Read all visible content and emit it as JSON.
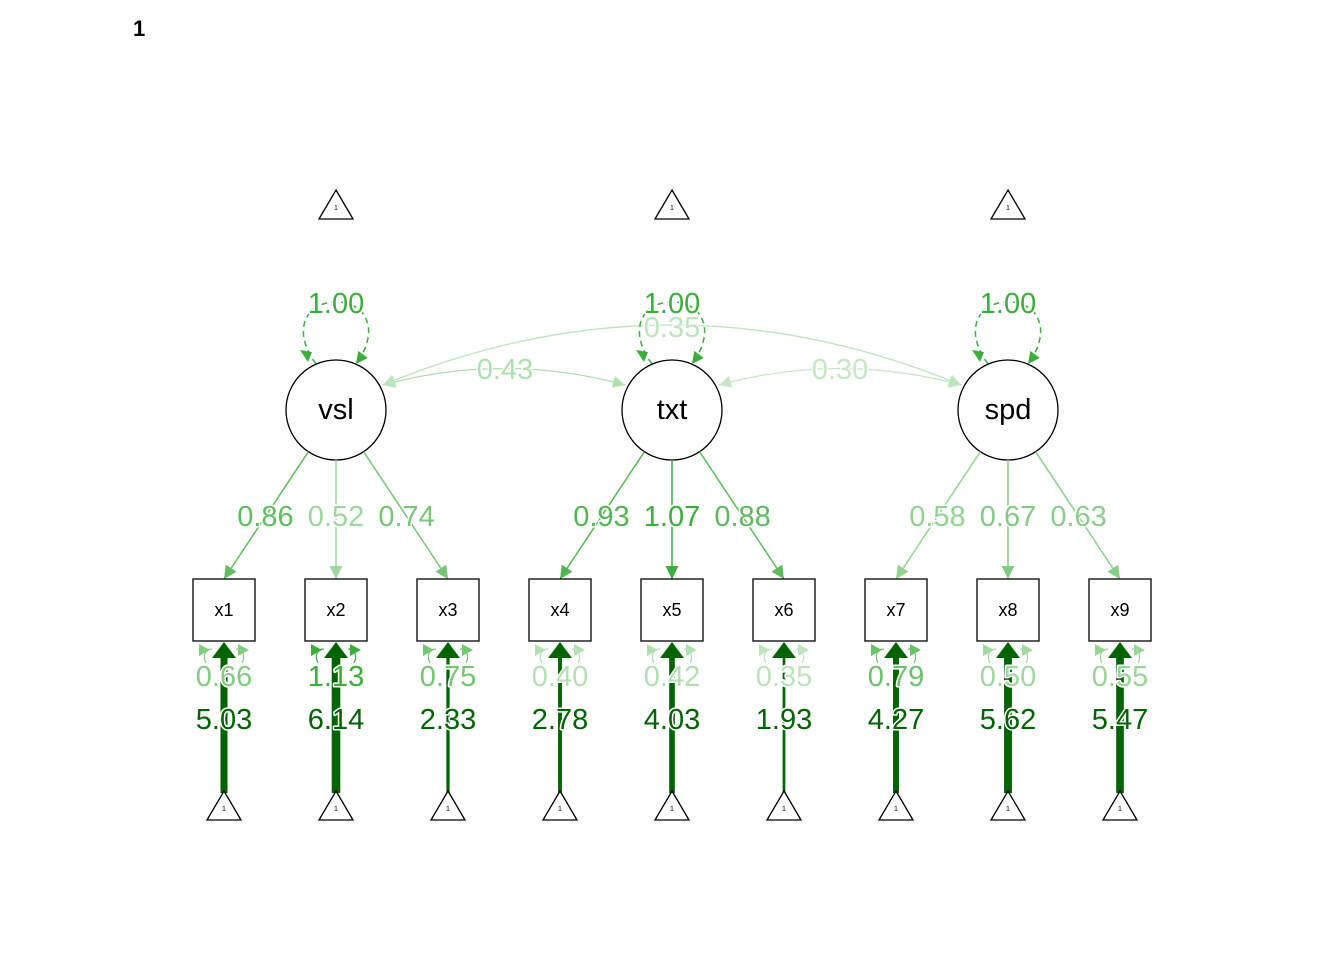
{
  "title": "1",
  "colors": {
    "edge": "#3cae3c",
    "intercept": "#006400",
    "node_stroke": "#000000"
  },
  "latents": [
    {
      "id": "vsl",
      "label": "vsl",
      "variance": "1.00"
    },
    {
      "id": "txt",
      "label": "txt",
      "variance": "1.00"
    },
    {
      "id": "spd",
      "label": "spd",
      "variance": "1.00"
    }
  ],
  "intercept_triangle_label": "1",
  "covariances": [
    {
      "from": "vsl",
      "to": "txt",
      "value": "0.43"
    },
    {
      "from": "txt",
      "to": "spd",
      "value": "0.30"
    },
    {
      "from": "vsl",
      "to": "spd",
      "value": "0.35"
    }
  ],
  "manifests": [
    {
      "label": "x1",
      "factor": "vsl",
      "loading": "0.86",
      "residual": "0.66",
      "intercept": "5.03"
    },
    {
      "label": "x2",
      "factor": "vsl",
      "loading": "0.52",
      "residual": "1.13",
      "intercept": "6.14"
    },
    {
      "label": "x3",
      "factor": "vsl",
      "loading": "0.74",
      "residual": "0.75",
      "intercept": "2.33"
    },
    {
      "label": "x4",
      "factor": "txt",
      "loading": "0.93",
      "residual": "0.40",
      "intercept": "2.78"
    },
    {
      "label": "x5",
      "factor": "txt",
      "loading": "1.07",
      "residual": "0.42",
      "intercept": "4.03"
    },
    {
      "label": "x6",
      "factor": "txt",
      "loading": "0.88",
      "residual": "0.35",
      "intercept": "1.93"
    },
    {
      "label": "x7",
      "factor": "spd",
      "loading": "0.58",
      "residual": "0.79",
      "intercept": "4.27"
    },
    {
      "label": "x8",
      "factor": "spd",
      "loading": "0.67",
      "residual": "0.50",
      "intercept": "5.62"
    },
    {
      "label": "x9",
      "factor": "spd",
      "loading": "0.63",
      "residual": "0.55",
      "intercept": "5.47"
    }
  ]
}
